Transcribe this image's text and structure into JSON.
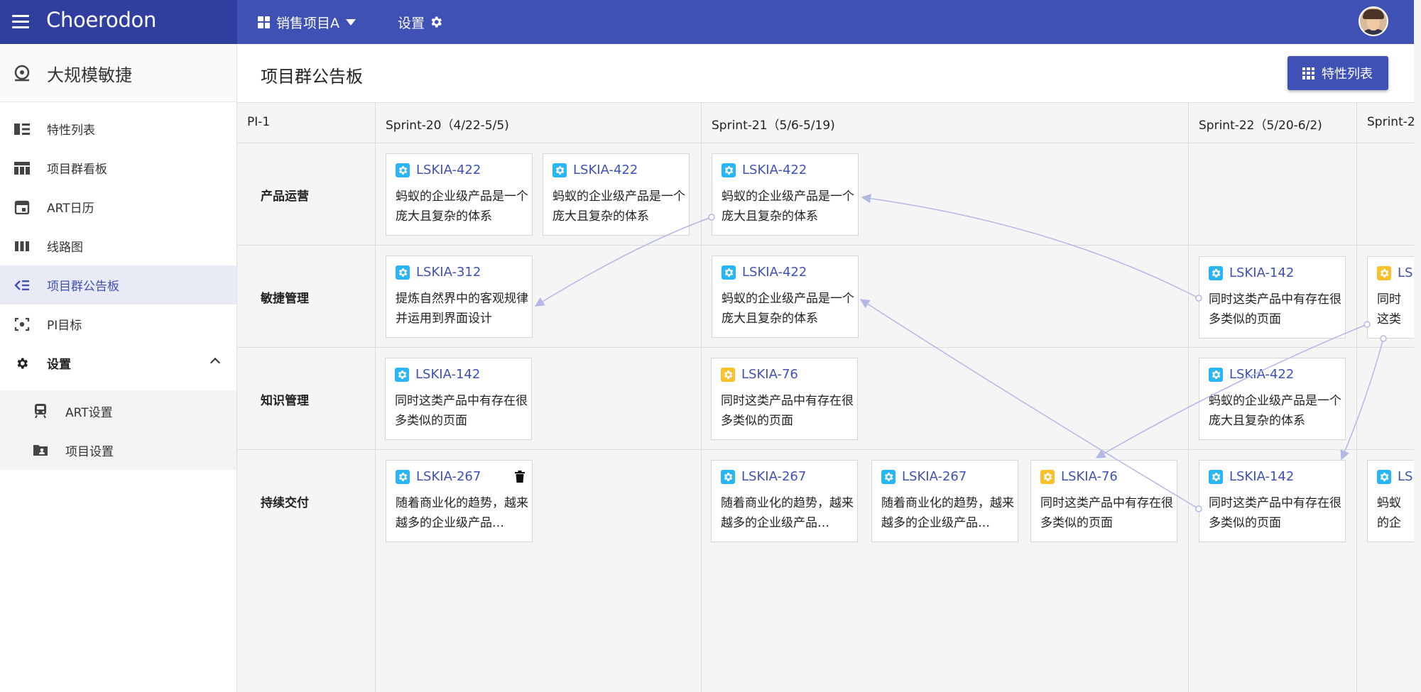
{
  "topbar": {
    "brand": "Choerodon",
    "project": "销售项目A",
    "settings": "设置"
  },
  "sidebar": {
    "header": "大规模敏捷",
    "items": [
      {
        "label": "特性列表",
        "icon": "feature-list-icon"
      },
      {
        "label": "项目群看板",
        "icon": "board-icon"
      },
      {
        "label": "ART日历",
        "icon": "calendar-icon"
      },
      {
        "label": "线路图",
        "icon": "roadmap-icon"
      },
      {
        "label": "项目群公告板",
        "icon": "bulletin-icon"
      },
      {
        "label": "PI目标",
        "icon": "target-icon"
      },
      {
        "label": "设置",
        "icon": "gear-icon"
      }
    ],
    "sub_items": [
      {
        "label": "ART设置",
        "icon": "train-icon"
      },
      {
        "label": "项目设置",
        "icon": "folder-user-icon"
      }
    ]
  },
  "page": {
    "title": "项目群公告板",
    "feature_button": "特性列表"
  },
  "board": {
    "pi": "PI-1",
    "sprints": [
      "Sprint-20（4/22-5/5)",
      "Sprint-21（5/6-5/19)",
      "Sprint-22（5/20-6/2)",
      "Sprint-2"
    ],
    "teams": [
      "产品运营",
      "敏捷管理",
      "知识管理",
      "持续交付"
    ],
    "cards": [
      {
        "id": "LSKIA-422",
        "desc": "蚂蚁的企业级产品是一个庞大且复杂的体系",
        "type": "blue"
      },
      {
        "id": "LSKIA-422",
        "desc": "蚂蚁的企业级产品是一个庞大且复杂的体系",
        "type": "blue"
      },
      {
        "id": "LSKIA-422",
        "desc": "蚂蚁的企业级产品是一个庞大且复杂的体系",
        "type": "blue"
      },
      {
        "id": "LSKIA-312",
        "desc": "提炼自然界中的客观规律并运用到界面设计",
        "type": "blue"
      },
      {
        "id": "LSKIA-422",
        "desc": "蚂蚁的企业级产品是一个庞大且复杂的体系",
        "type": "blue"
      },
      {
        "id": "LSKIA-142",
        "desc": "同时这类产品中有存在很多类似的页面",
        "type": "blue"
      },
      {
        "id": "LS",
        "desc": "同时这类产品中有存在很多类似的页面",
        "type": "yellow"
      },
      {
        "id": "LSKIA-142",
        "desc": "同时这类产品中有存在很多类似的页面",
        "type": "blue"
      },
      {
        "id": "LSKIA-76",
        "desc": "同时这类产品中有存在很多类似的页面",
        "type": "yellow"
      },
      {
        "id": "LSKIA-422",
        "desc": "蚂蚁的企业级产品是一个庞大且复杂的体系",
        "type": "blue"
      },
      {
        "id": "LSKIA-267",
        "desc": "随着商业化的趋势，越来越多的企业级产品…",
        "type": "blue"
      },
      {
        "id": "LSKIA-267",
        "desc": "随着商业化的趋势，越来越多的企业级产品…",
        "type": "blue"
      },
      {
        "id": "LSKIA-267",
        "desc": "随着商业化的趋势，越来越多的企业级产品…",
        "type": "blue"
      },
      {
        "id": "LSKIA-76",
        "desc": "同时这类产品中有存在很多类似的页面",
        "type": "yellow"
      },
      {
        "id": "LSKIA-142",
        "desc": "同时这类产品中有存在很多类似的页面",
        "type": "blue"
      },
      {
        "id": "LS",
        "desc": "蚂蚁的企业级产品是一个庞大且复杂的体系",
        "type": "blue"
      }
    ]
  },
  "colors": {
    "primary": "#3f51b5",
    "brand_bar": "#303f9f",
    "blue_issue": "#29b6f6",
    "yellow_issue": "#fbc02d",
    "link_line": "#b3b8e6"
  }
}
